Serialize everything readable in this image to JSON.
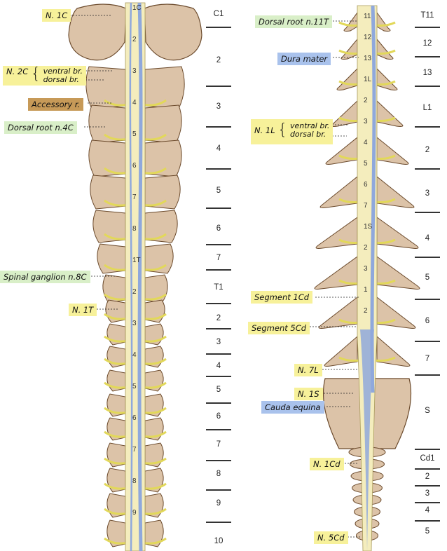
{
  "colors": {
    "label_yellow": "#f7f19a",
    "label_green": "#d9efc8",
    "label_blue": "#a9c2ec",
    "label_brown": "#c79a58",
    "bone": "#dcc3a8",
    "bone_outline": "#6b4a2c",
    "cord": "#f4edbd",
    "dura_blue": "#8fa8dc",
    "nerve_yellow": "#e2d85a"
  },
  "labels": {
    "n1c": "N. 1C",
    "n2c": "N. 2C",
    "ventral_br": "ventral br.",
    "dorsal_br": "dorsal br.",
    "accessory": "Accessory r.",
    "dorsal_root_4c": "Dorsal root n.4C",
    "spinal_ganglion": "Spinal ganglion n.8C",
    "n1t": "N. 1T",
    "dorsal_root_11t": "Dorsal root n.11T",
    "dura_mater": "Dura mater",
    "n1l": "N. 1L",
    "ventral_br_l": "ventral br.",
    "dorsal_br_l": "dorsal br.",
    "segment_1cd": "Segment 1Cd",
    "segment_5cd": "Segment 5Cd",
    "n7l": "N. 7L",
    "n1s": "N. 1S",
    "cauda_equina": "Cauda equina",
    "n1cd": "N. 1Cd",
    "n5cd": "N. 5Cd"
  },
  "left_segments": [
    "C1",
    "2",
    "3",
    "4",
    "5",
    "6",
    "7",
    "T1",
    "2",
    "3",
    "4",
    "5",
    "6",
    "7",
    "8",
    "9",
    "10"
  ],
  "right_segments": [
    "T11",
    "12",
    "13",
    "L1",
    "2",
    "3",
    "4",
    "5",
    "6",
    "7",
    "S",
    "Cd1",
    "2",
    "3",
    "4",
    "5"
  ],
  "left_cord_numbers": [
    "1C",
    "2",
    "3",
    "4",
    "5",
    "6",
    "7",
    "8",
    "1T",
    "2",
    "3",
    "4",
    "5",
    "6",
    "7",
    "8",
    "9"
  ],
  "right_cord_numbers": [
    "11",
    "12",
    "13",
    "1L",
    "2",
    "3",
    "4",
    "5",
    "6",
    "7",
    "1S",
    "2",
    "3",
    "1",
    "2"
  ]
}
